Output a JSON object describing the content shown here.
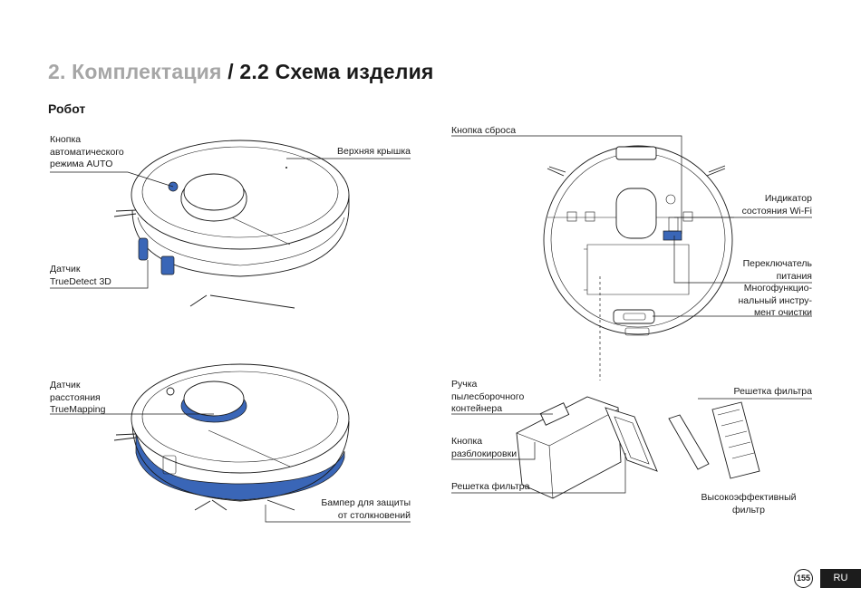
{
  "page": {
    "title_section": "2. Комплектация",
    "title_separator": "/",
    "title_subsection": "2.2 Схема изделия",
    "subtitle": "Робот",
    "page_number": "155",
    "language": "RU"
  },
  "labels": {
    "auto_button": [
      "Кнопка",
      "автоматического",
      "режима AUTO"
    ],
    "top_cover": "Верхняя крышка",
    "truedetect": [
      "Датчик",
      "TrueDetect 3D"
    ],
    "distance_sensor": [
      "Датчик",
      "расстояния",
      "TrueMapping"
    ],
    "bumper": [
      "Бампер для защиты",
      "от столкновений"
    ],
    "reset_button": "Кнопка сброса",
    "wifi_indicator": [
      "Индикатор",
      "состояния Wi-Fi"
    ],
    "power_switch": [
      "Переключатель",
      "питания"
    ],
    "cleaning_tool": [
      "Многофункцио-",
      "нальный инстру-",
      "мент очистки"
    ],
    "dustbin_handle": [
      "Ручка",
      "пылесборочного",
      "контейнера"
    ],
    "unlock_button": [
      "Кнопка",
      "разблокировки"
    ],
    "filter_mesh_left": "Решетка фильтра",
    "filter_mesh_right": "Решетка фильтра",
    "hepa_filter": [
      "Высокоэффективный",
      "фильтр"
    ]
  },
  "colors": {
    "accent_blue": "#3a66b7",
    "line": "#1a1a1a",
    "muted_title": "#a6a6a6"
  }
}
